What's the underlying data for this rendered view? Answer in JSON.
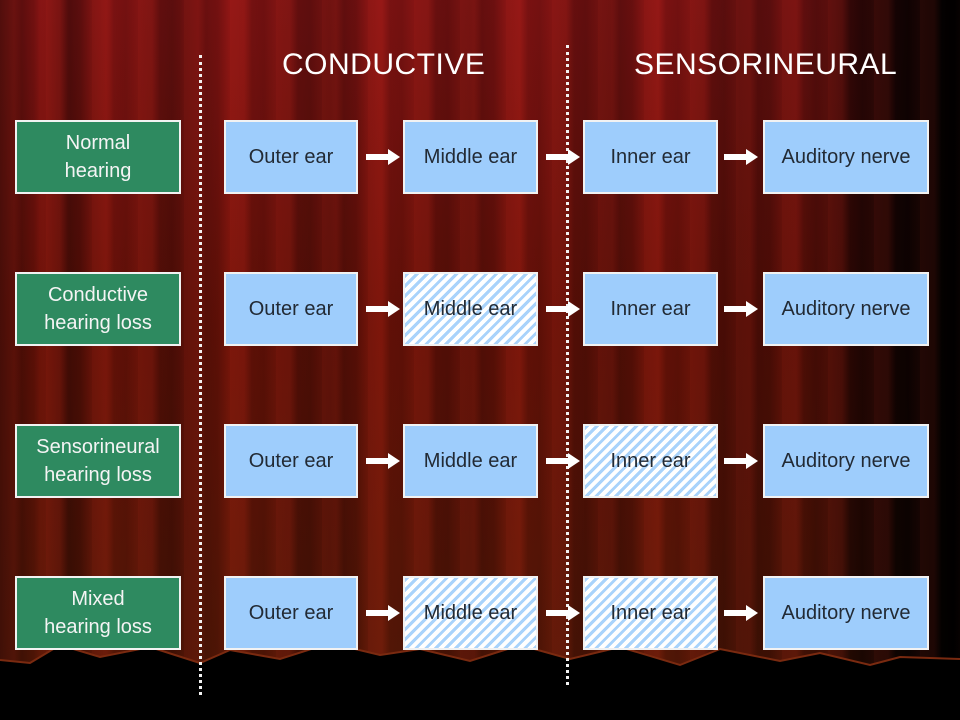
{
  "headers": {
    "left": "CONDUCTIVE",
    "right": "SENSORINEURAL"
  },
  "stages": [
    "Outer ear",
    "Middle ear",
    "Inner ear",
    "Auditory nerve"
  ],
  "rows": [
    {
      "label_line1": "Normal",
      "label_line2": "hearing",
      "impaired": [
        false,
        false,
        false,
        false
      ]
    },
    {
      "label_line1": "Conductive",
      "label_line2": "hearing loss",
      "impaired": [
        false,
        true,
        false,
        false
      ]
    },
    {
      "label_line1": "Sensorineural",
      "label_line2": "hearing loss",
      "impaired": [
        false,
        false,
        true,
        false
      ]
    },
    {
      "label_line1": "Mixed",
      "label_line2": "hearing loss",
      "impaired": [
        false,
        true,
        true,
        false
      ]
    }
  ],
  "colors": {
    "label_fill": "#2e8a60",
    "box_fill": "#9ecdfc",
    "hatch": "#a9d3fb",
    "text_light": "#ffffff",
    "text_dark": "#222a34"
  }
}
